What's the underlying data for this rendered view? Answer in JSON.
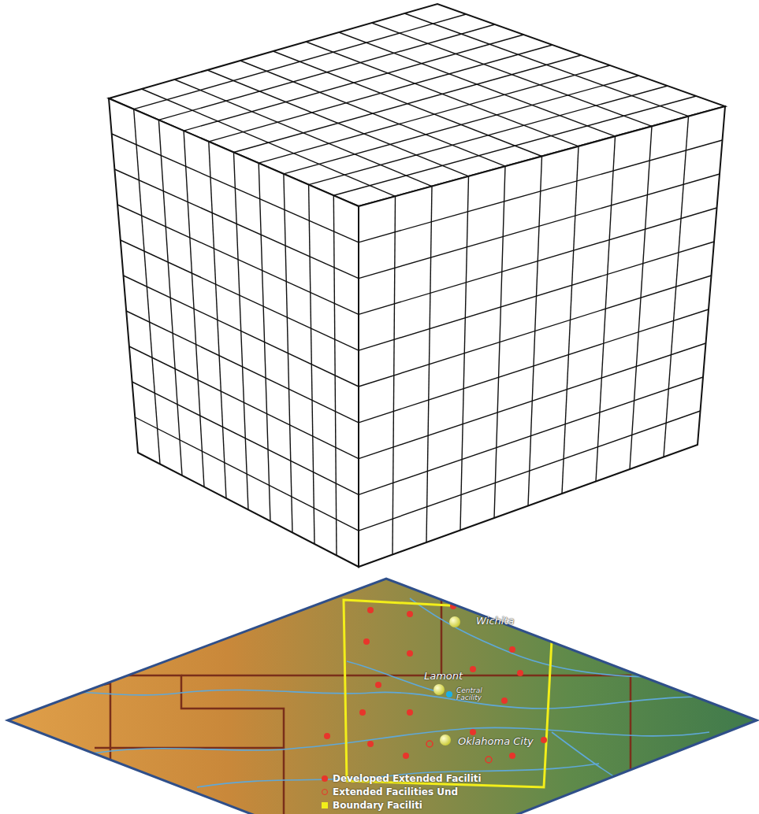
{
  "diagram": {
    "labels": [
      "Wichita",
      "Lamont",
      "Central Facility",
      "Oklahoma City"
    ],
    "legend": [
      {
        "text": "Developed Extended Faciliti",
        "color": "#e8352b"
      },
      {
        "text": "Extended Facilities Und"
      },
      {
        "text": "Boundary Faciliti"
      }
    ]
  }
}
